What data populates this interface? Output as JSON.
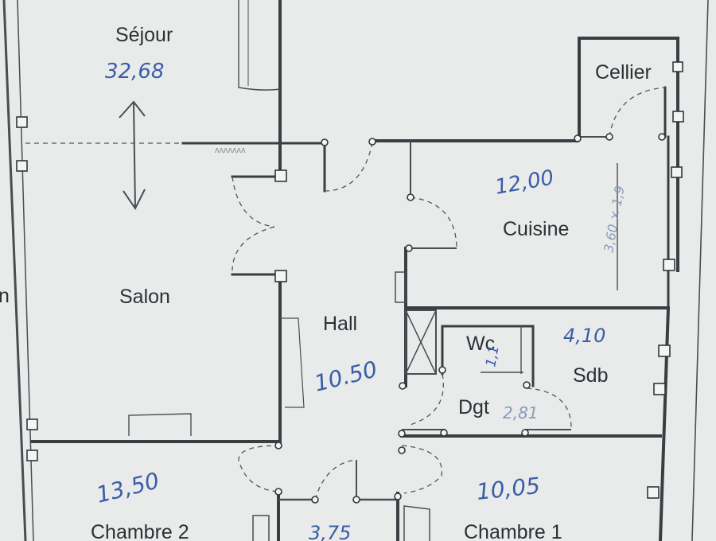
{
  "rooms": {
    "sejour": "Séjour",
    "cellier": "Cellier",
    "cuisine": "Cuisine",
    "salon": "Salon",
    "hall": "Hall",
    "wc": "Wc",
    "sdb": "Sdb",
    "dgt": "Dgt",
    "chambre2": "Chambre 2",
    "chambre1": "Chambre 1",
    "edge_left": "n"
  },
  "areas": {
    "sejour": "32,68",
    "cuisine": "12,00",
    "hall": "10.50",
    "wc": "1,1",
    "sdb": "4,10",
    "dgt": "2,81",
    "chambre2": "13,50",
    "middle": "3,75",
    "chambre1": "10,05"
  },
  "colors": {
    "background": "#e9ebeb",
    "walls": "#3a3d42",
    "handwriting": "#3a5da8"
  }
}
